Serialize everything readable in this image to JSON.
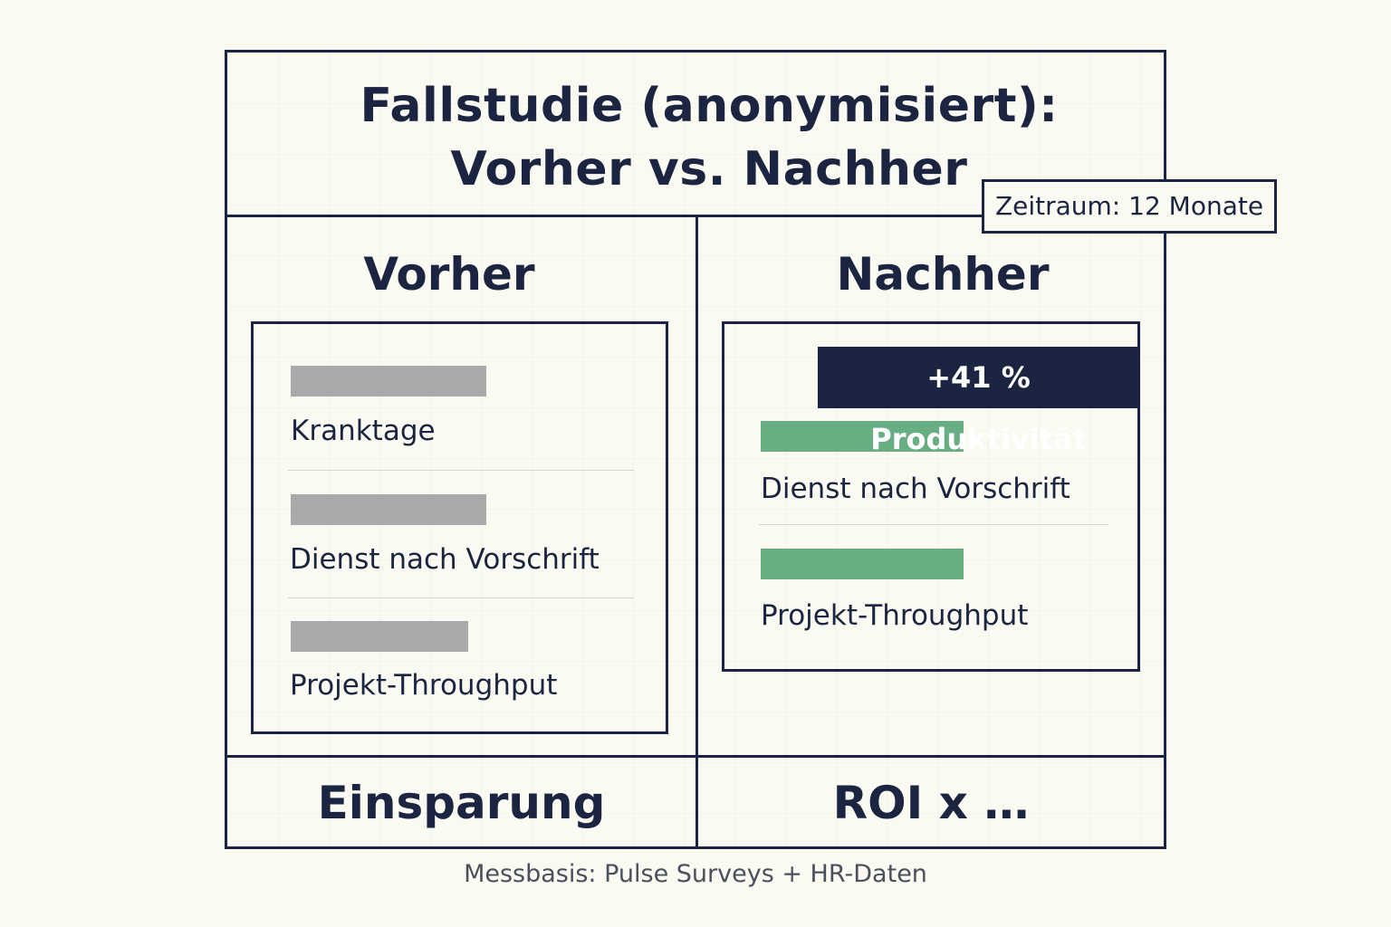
{
  "title": "Fallstudie (anonymisiert): Vorher vs. Nachher",
  "period_label": "Zeitraum: 12 Monate",
  "before": {
    "heading": "Vorher",
    "metrics": [
      {
        "label": "Kranktage",
        "bar_color": "#a9a9a9"
      },
      {
        "label": "Dienst nach Vorschrift",
        "bar_color": "#a9a9a9"
      },
      {
        "label": "Projekt-Throughput",
        "bar_color": "#a9a9a9"
      }
    ]
  },
  "after": {
    "heading": "Nachher",
    "badge": "+41 % Produktivität",
    "metrics": [
      {
        "label": "Dienst nach Vorschrift",
        "bar_color": "#67ae82"
      },
      {
        "label": "Projekt-Throughput",
        "bar_color": "#67ae82"
      }
    ]
  },
  "summary": {
    "left": "Einsparung",
    "right": "ROI  x …"
  },
  "footnote": "Messbasis:  Pulse Surveys + HR-Daten",
  "colors": {
    "ink": "#1b2440",
    "background": "#fbfaf2",
    "before_bar": "#a9a9a9",
    "after_bar": "#67ae82"
  }
}
